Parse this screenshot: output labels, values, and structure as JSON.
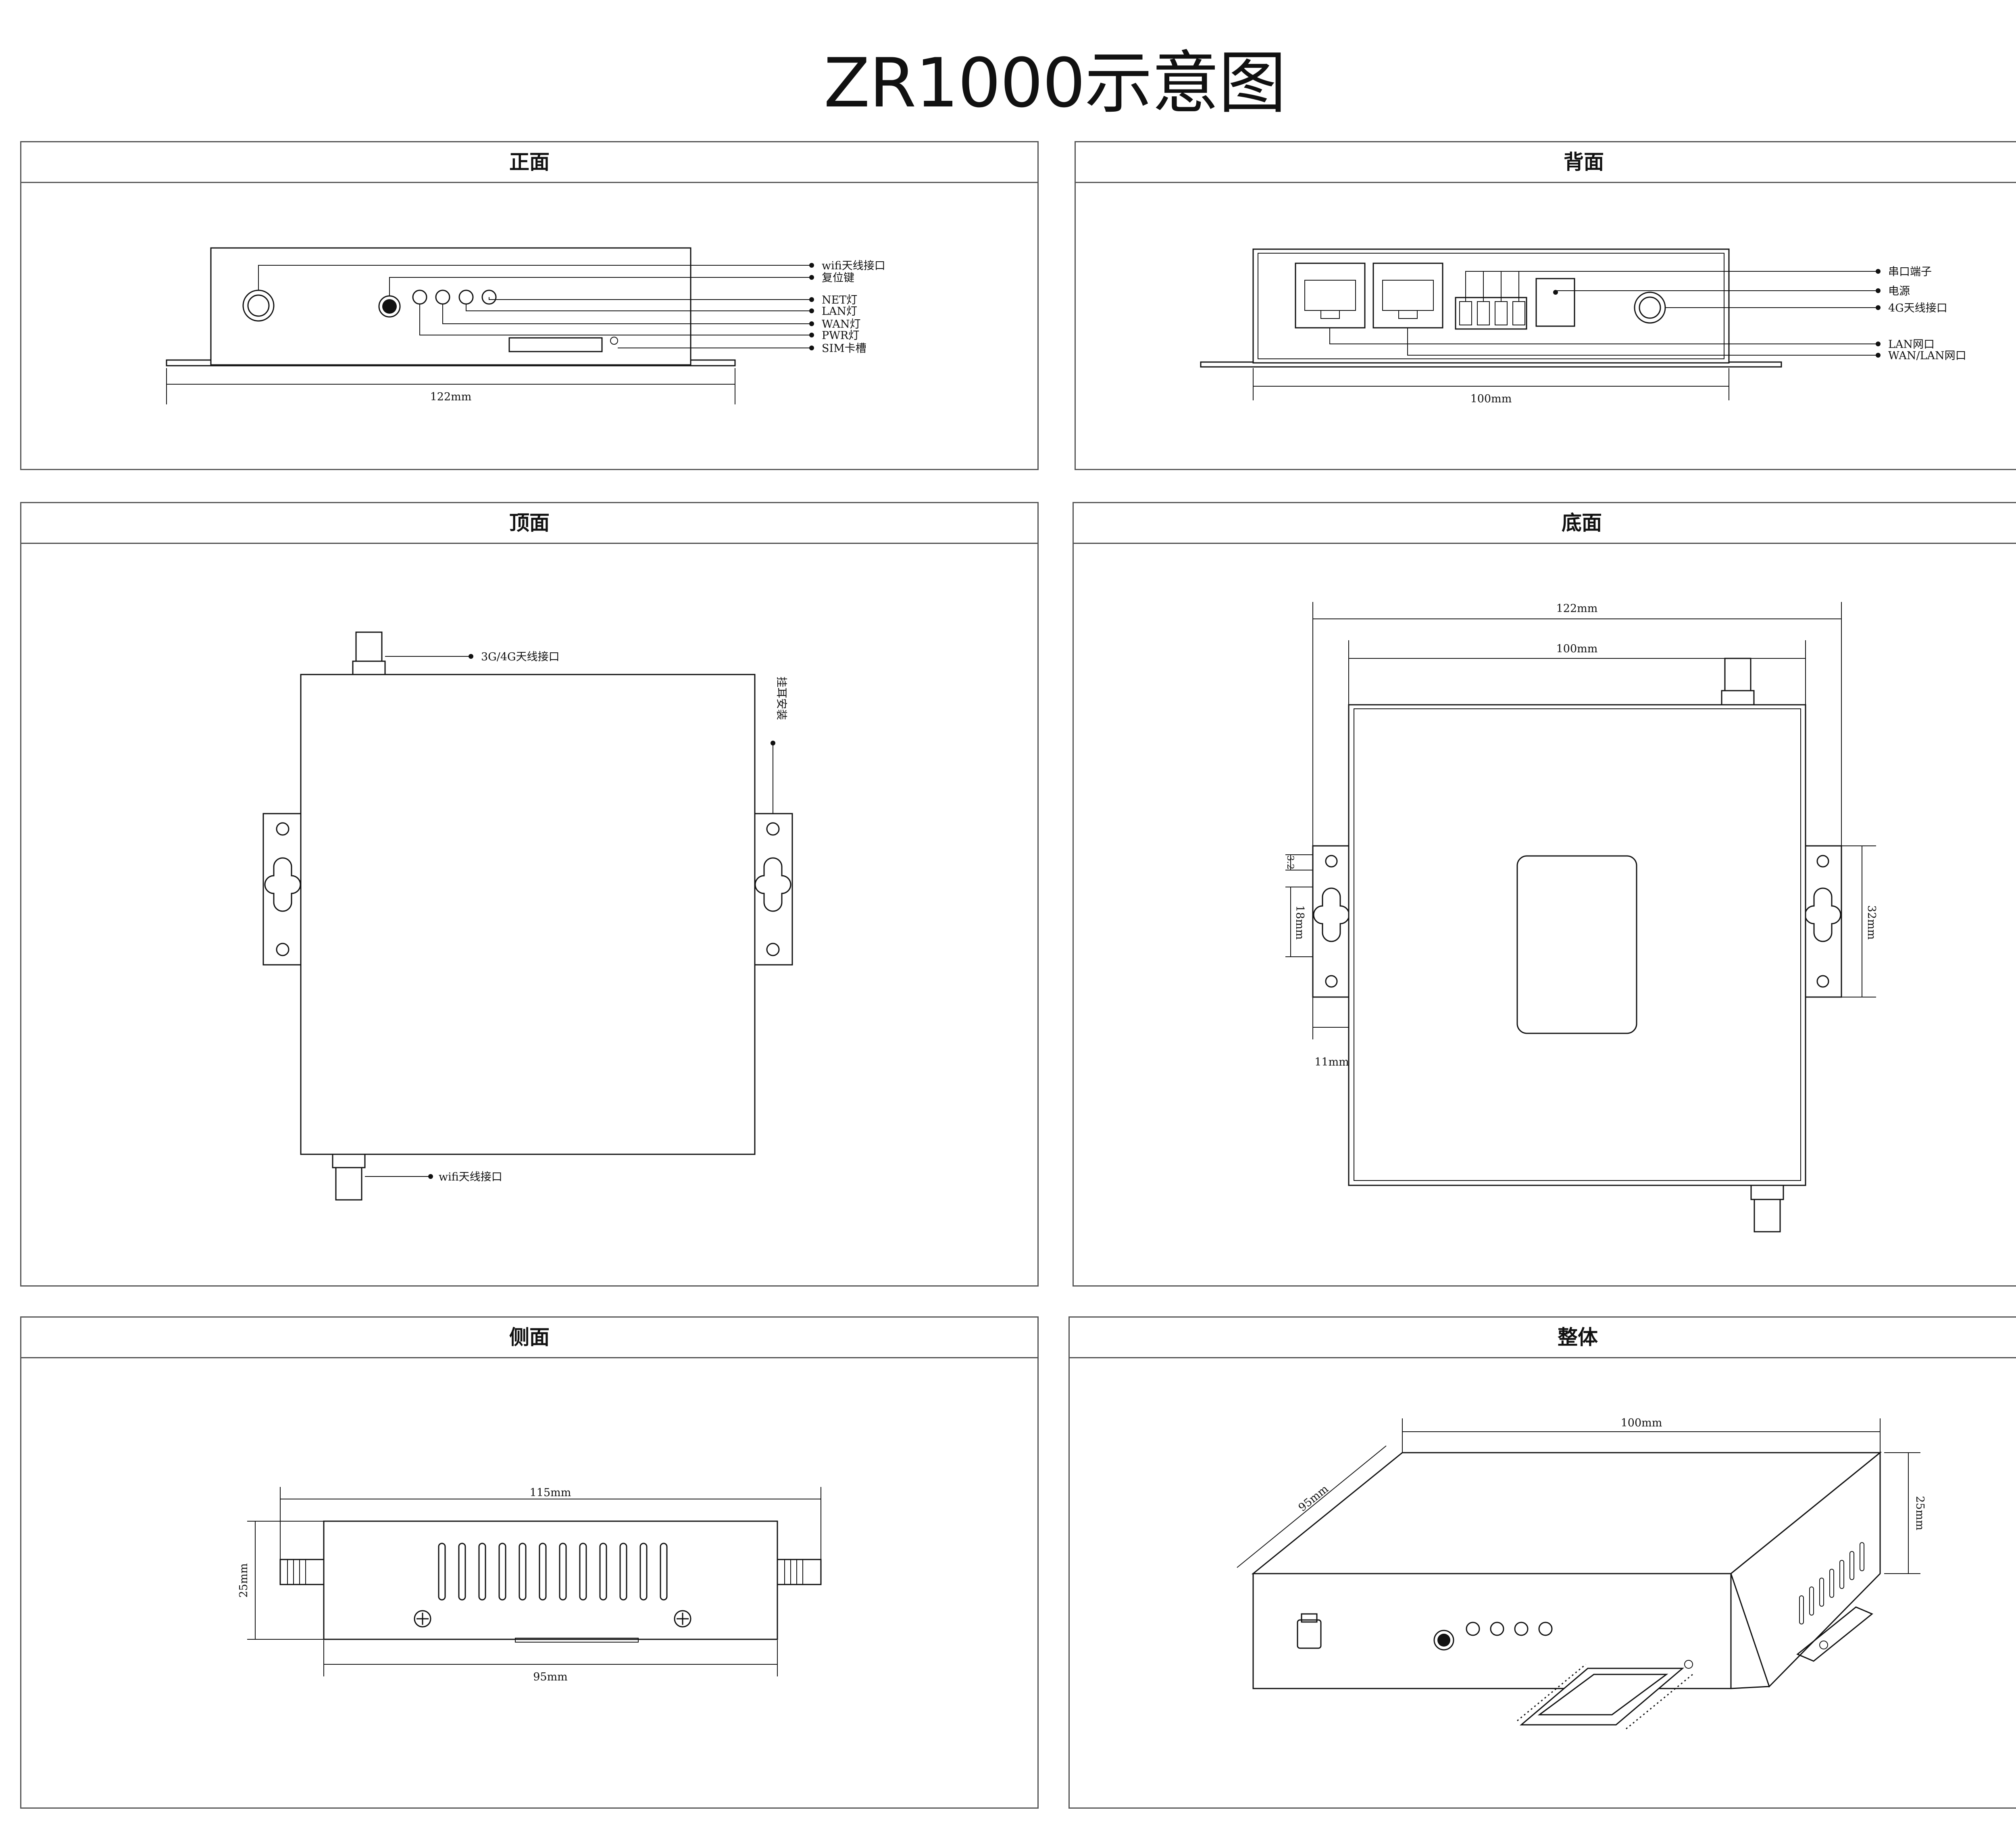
{
  "title": "ZR1000示意图",
  "panels": {
    "front": {
      "label": "正面",
      "callouts": [
        "wifi天线接口",
        "复位键",
        "NET灯",
        "LAN灯",
        "WAN灯",
        "PWR灯",
        "SIM卡槽"
      ],
      "dim_width": "122mm"
    },
    "back": {
      "label": "背面",
      "callouts": [
        "串口端子",
        "电源",
        "4G天线接口",
        "LAN网口",
        "WAN/LAN网口"
      ],
      "dim_width": "100mm"
    },
    "top": {
      "label": "顶面",
      "callout_antenna": "3G/4G天线接口",
      "callout_mount": "挂耳安装",
      "callout_wifi": "wifi天线接口"
    },
    "bottom": {
      "label": "底面",
      "dim_overall": "122mm",
      "dim_body": "100mm",
      "dim_hole_gap": "3.2",
      "dim_slot": "18mm",
      "dim_ear_height": "32mm",
      "dim_ear_width": "11mm"
    },
    "side": {
      "label": "侧面",
      "dim_overall": "115mm",
      "dim_body": "95mm",
      "dim_height": "25mm"
    },
    "whole": {
      "label": "整体",
      "dim_width": "100mm",
      "dim_depth": "95mm",
      "dim_height": "25mm"
    }
  }
}
